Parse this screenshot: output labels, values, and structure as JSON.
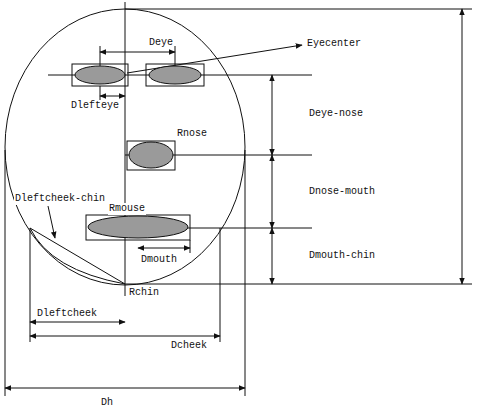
{
  "diagram": {
    "labels": [
      "Deye",
      "Eyecenter",
      "Dlefteye",
      "Rnose",
      "Deye-nose",
      "Dnose-mouth",
      "Dleftcheek-chin",
      "Rmouse",
      "Dmouth",
      "Dmouth-chin",
      "Rchin",
      "Dleftcheek",
      "Dcheek",
      "Dh"
    ]
  }
}
